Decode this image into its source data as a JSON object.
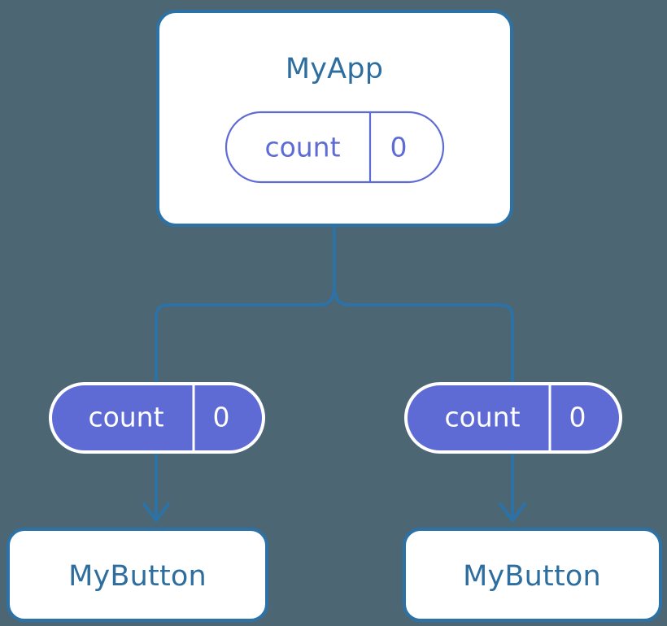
{
  "diagram": {
    "title": "component-state-propagation-tree",
    "background_color": "#4d6673",
    "accent_blue": "#2d72a6",
    "accent_purple": "#5f6bd4",
    "white": "#ffffff"
  },
  "root_component": {
    "name": "MyApp",
    "state": {
      "key_label": "count",
      "value_label": "0"
    }
  },
  "branches": [
    {
      "side": "left",
      "state": {
        "key_label": "count",
        "value_label": "0"
      },
      "child_component": {
        "name": "MyButton"
      }
    },
    {
      "side": "right",
      "state": {
        "key_label": "count",
        "value_label": "0"
      },
      "child_component": {
        "name": "MyButton"
      }
    }
  ]
}
